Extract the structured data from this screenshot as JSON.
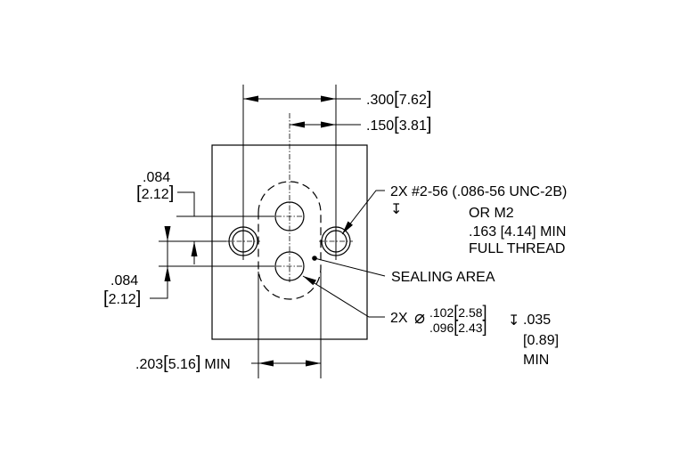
{
  "dims": {
    "top_outer": ".300",
    "top_outer_mm": "7.62",
    "top_inner": ".150",
    "top_inner_mm": "3.81",
    "left_upper": ".084",
    "left_upper_mm": "2.12",
    "left_lower": ".084",
    "left_lower_mm": "2.12",
    "bottom": ".203",
    "bottom_mm": "5.16",
    "bottom_suffix": "MIN"
  },
  "notes": {
    "thread_line1": "2X #2-56 (.086-56 UNC-2B)",
    "thread_depth_symbol": "↧",
    "thread_line2": "OR M2",
    "thread_line3": ".163 [4.14] MIN",
    "thread_line4": "FULL THREAD",
    "sealing": "SEALING AREA",
    "hole_prefix": "2X",
    "hole_diameter_symbol": "⌀",
    "hole_upper": ".102",
    "hole_upper_mm": "2.58",
    "hole_lower": ".096",
    "hole_lower_mm": "2.43",
    "hole_depth_symbol": "↧",
    "hole_depth": ".035",
    "hole_depth_mm": "[0.89]",
    "hole_depth_suffix": "MIN"
  }
}
